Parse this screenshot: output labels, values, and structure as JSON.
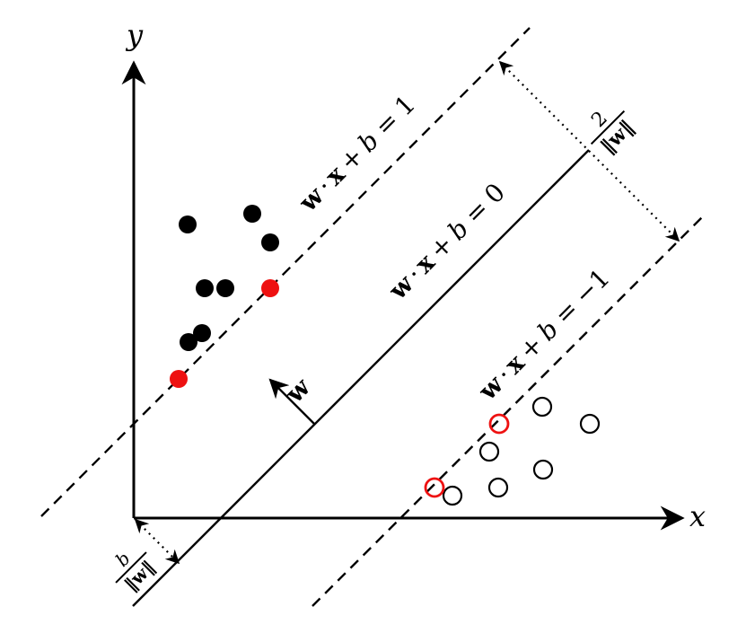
{
  "axes": {
    "x_label": "x",
    "y_label": "y"
  },
  "labels": {
    "upper_margin": {
      "w": "w",
      "dot": "·",
      "x": "x",
      "plus": "+",
      "b": "b",
      "eq": "=",
      "value": "1"
    },
    "decision": {
      "w": "w",
      "dot": "·",
      "x": "x",
      "plus": "+",
      "b": "b",
      "eq": "=",
      "value": "0"
    },
    "lower_margin": {
      "w": "w",
      "dot": "·",
      "x": "x",
      "plus": "+",
      "b": "b",
      "eq": "=",
      "value": "−1"
    },
    "normal_vector": "w",
    "margin_width": {
      "num": "2",
      "den": "‖w‖"
    },
    "offset": {
      "num": "b",
      "den": "‖w‖"
    }
  },
  "colors": {
    "ink": "#000000",
    "support_vector": "#ee1111",
    "background": "#ffffff"
  },
  "points": {
    "class_positive_count": 9,
    "class_negative_count": 8,
    "support_vectors_positive": 2,
    "support_vectors_negative": 2
  }
}
